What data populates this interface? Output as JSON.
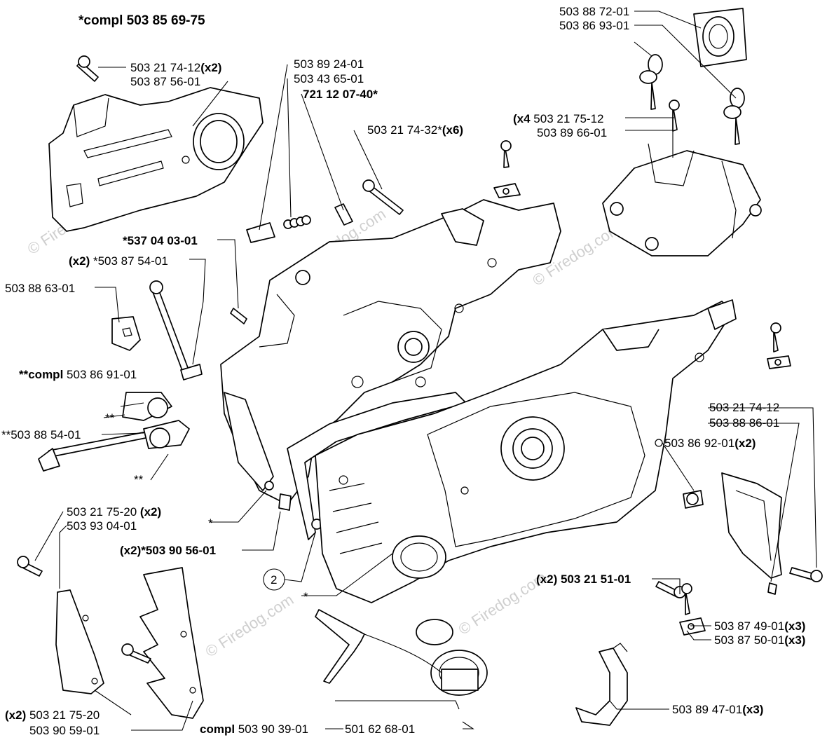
{
  "title": "*compl 503 85 69-75",
  "watermark": "© Firedog.com",
  "labels": [
    {
      "id": "l1",
      "parts": [
        {
          "t": "503 21 74-12"
        },
        {
          "t": "(x2)",
          "b": true
        }
      ]
    },
    {
      "id": "l2",
      "parts": [
        {
          "t": "503 87 56-01"
        }
      ]
    },
    {
      "id": "l3",
      "parts": [
        {
          "t": "503 89 24-01"
        }
      ]
    },
    {
      "id": "l4",
      "parts": [
        {
          "t": "503 43 65-01"
        }
      ]
    },
    {
      "id": "l5",
      "parts": [
        {
          "t": "721 12 07-40*",
          "b": true
        }
      ]
    },
    {
      "id": "l6",
      "parts": [
        {
          "t": "503 21 74-32*"
        },
        {
          "t": "(x6)",
          "b": true
        }
      ]
    },
    {
      "id": "l7",
      "parts": [
        {
          "t": "503 88 72-01"
        }
      ]
    },
    {
      "id": "l8",
      "parts": [
        {
          "t": "503 86 93-01"
        }
      ]
    },
    {
      "id": "l9",
      "parts": [
        {
          "t": "(x4 ",
          "b": true
        },
        {
          "t": "503 21 75-12"
        }
      ]
    },
    {
      "id": "l10",
      "parts": [
        {
          "t": "503 89 66-01"
        }
      ]
    },
    {
      "id": "l11",
      "parts": [
        {
          "t": "*537 04 03-01",
          "b": true
        }
      ]
    },
    {
      "id": "l12",
      "parts": [
        {
          "t": "(x2) ",
          "b": true
        },
        {
          "t": "*503 87 54-01"
        }
      ]
    },
    {
      "id": "l13",
      "parts": [
        {
          "t": "503 88 63-01"
        }
      ]
    },
    {
      "id": "l14",
      "parts": [
        {
          "t": "**compl ",
          "b": true
        },
        {
          "t": "503 86 91-01"
        }
      ]
    },
    {
      "id": "l15",
      "parts": [
        {
          "t": "**"
        }
      ]
    },
    {
      "id": "l16",
      "parts": [
        {
          "t": "**503 88 54-01"
        }
      ]
    },
    {
      "id": "l17",
      "parts": [
        {
          "t": "**"
        }
      ]
    },
    {
      "id": "l18",
      "parts": [
        {
          "t": "503 21 74-12"
        }
      ]
    },
    {
      "id": "l19",
      "parts": [
        {
          "t": "503 88 86-01"
        }
      ]
    },
    {
      "id": "l20",
      "parts": [
        {
          "t": "503 86 92-01"
        },
        {
          "t": "(x2)",
          "b": true
        }
      ]
    },
    {
      "id": "l21",
      "parts": [
        {
          "t": "503 21 75-20 "
        },
        {
          "t": "(x2)",
          "b": true
        }
      ]
    },
    {
      "id": "l22",
      "parts": [
        {
          "t": "503 93 04-01"
        }
      ]
    },
    {
      "id": "l23",
      "parts": [
        {
          "t": "*"
        }
      ]
    },
    {
      "id": "l24",
      "parts": [
        {
          "t": "(x2)*503 90 56-01",
          "b": true
        }
      ]
    },
    {
      "id": "l25",
      "parts": [
        {
          "t": "2"
        }
      ]
    },
    {
      "id": "l26",
      "parts": [
        {
          "t": "*"
        }
      ]
    },
    {
      "id": "l27",
      "parts": [
        {
          "t": "(x2) 503 21 51-01",
          "b": true
        }
      ]
    },
    {
      "id": "l28",
      "parts": [
        {
          "t": "503 87 49-01"
        },
        {
          "t": "(x3)",
          "b": true
        }
      ]
    },
    {
      "id": "l29",
      "parts": [
        {
          "t": "503 87 50-01"
        },
        {
          "t": "(x3)",
          "b": true
        }
      ]
    },
    {
      "id": "l30",
      "parts": [
        {
          "t": "503 89 47-01"
        },
        {
          "t": "(x3)",
          "b": true
        }
      ]
    },
    {
      "id": "l31",
      "parts": [
        {
          "t": "(x2) ",
          "b": true
        },
        {
          "t": "503 21 75-20"
        }
      ]
    },
    {
      "id": "l32",
      "parts": [
        {
          "t": "503 90 59-01"
        }
      ]
    },
    {
      "id": "l33",
      "parts": [
        {
          "t": "compl ",
          "b": true
        },
        {
          "t": "503 90 39-01"
        }
      ]
    },
    {
      "id": "l34",
      "parts": [
        {
          "t": "501 62 68-01"
        }
      ]
    }
  ]
}
